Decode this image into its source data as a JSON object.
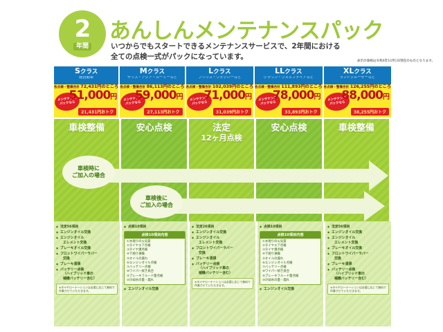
{
  "header": {
    "badge_number": "2",
    "badge_unit": "年間",
    "title": "あんしんメンテナンスパック",
    "subtitle_line1": "いつからでもスタートできるメンテナンスサービスで、2年間における",
    "subtitle_line2": "全ての点検一式がパックになっています。",
    "note": "表示の価格は令和6年10月1日現在のものとなります。"
  },
  "classes": [
    {
      "name_prefix": "S",
      "name_suffix": "クラス",
      "examples": "軽自動車",
      "original_label": "各点検・整備合計",
      "original_price": "72,431円のところ",
      "pack_price": "51,000",
      "yen": "円",
      "stamp_line1": "メンテナンス",
      "stamp_line2": "パックなら",
      "savings": "21,431円おトク"
    },
    {
      "name_prefix": "M",
      "name_suffix": "クラス",
      "examples": "ヤリス・アクア・ルーミーなど",
      "original_label": "各点検・整備合計",
      "original_price": "86,113円のところ",
      "pack_price": "59,000",
      "yen": "円",
      "stamp_line1": "メンテナンス",
      "stamp_line2": "パックなら",
      "savings": "27,113円おトク"
    },
    {
      "name_prefix": "L",
      "name_suffix": "クラス",
      "examples": "プリウス・ヴォクシーなど",
      "original_label": "各点検・整備合計",
      "original_price": "102,039円のところ",
      "pack_price": "71,000",
      "yen": "円",
      "stamp_line1": "メンテナンス",
      "stamp_line2": "パックなら",
      "savings": "31,039円おトク"
    },
    {
      "name_prefix": "LL",
      "name_suffix": "クラス",
      "examples": "クラウン・ヴェルファイアなど",
      "original_label": "各点検・整備合計",
      "original_price": "111,893円のところ",
      "pack_price": "78,000",
      "yen": "円",
      "stamp_line1": "メンテナンス",
      "stamp_line2": "パックなら",
      "savings": "33,893円おトク"
    },
    {
      "name_prefix": "XL",
      "name_suffix": "クラス",
      "examples": "ランドクルーザーなど",
      "original_label": "各点検・整備合計",
      "original_price": "126,255円のところ",
      "pack_price": "88,000",
      "yen": "円",
      "stamp_line1": "メンテナンス",
      "stamp_line2": "パックなら",
      "savings": "38,255円おトク"
    }
  ],
  "panels": [
    {
      "label": "車検整備",
      "label2": ""
    },
    {
      "label": "安心点検",
      "label2": ""
    },
    {
      "label": "法定",
      "label2": "12ヶ月点検"
    },
    {
      "label": "安心点検",
      "label2": ""
    },
    {
      "label": "車検整備",
      "label2": ""
    }
  ],
  "callouts": [
    {
      "line1": "車検時に",
      "line2": "ご加入の場合"
    },
    {
      "line1": "車検後に",
      "line2": "ご加入の場合"
    }
  ],
  "inspection_10_title": "点検10項目内容",
  "inspection_10_items": [
    "①水廻りの火気質",
    "②タイヤエア点検",
    "③タイヤ溝点検",
    "④下廻り損傷",
    "⑤オイルの漏れ",
    "⑥エンジンオイル点検",
    "⑦バッテリー点検",
    "⑧ワイパー拭き具合",
    "⑨ブレーキフルード量点検",
    "⑩冷却水の量・漏れ"
  ],
  "tire_note": "※タイヤローテーションは必要に応じて無料で作業させていただきます。",
  "columns": [
    {
      "type": "shaken",
      "items": [
        "法定56項目",
        "エンジンオイル交換",
        "エンジンオイル\nエレメント交換",
        "ブレーキオイル交換",
        "フロントワイパーラバー\n交換",
        "ブレーキ清掃",
        "バッテリー点検\n（ハイブリッド車の\n補機バッテリー含む）"
      ]
    },
    {
      "type": "tenken",
      "items_before": [
        "点検10項目"
      ],
      "items_after": [
        "エンジンオイル交換"
      ]
    },
    {
      "type": "houtei",
      "items": [
        "法定26項目",
        "エンジンオイル交換",
        "エンジンオイル\nエレメント交換",
        "フロントワイパーラバー\n交換",
        "ブレーキ清掃",
        "バッテリー点検\n（ハイブリッド車の\n補機バッテリー含む）"
      ]
    },
    {
      "type": "tenken",
      "items_before": [
        "点検10項目"
      ],
      "items_after": [
        "エンジンオイル交換"
      ]
    },
    {
      "type": "shaken",
      "items": [
        "法定56項目",
        "エンジンオイル交換",
        "エンジンオイル\nエレメント交換",
        "ブレーキオイル交換",
        "フロントワイパーラバー\n交換",
        "ブレーキ清掃",
        "バッテリー点検\n（ハイブリッド車の\n補機バッテリー含む）"
      ]
    }
  ]
}
